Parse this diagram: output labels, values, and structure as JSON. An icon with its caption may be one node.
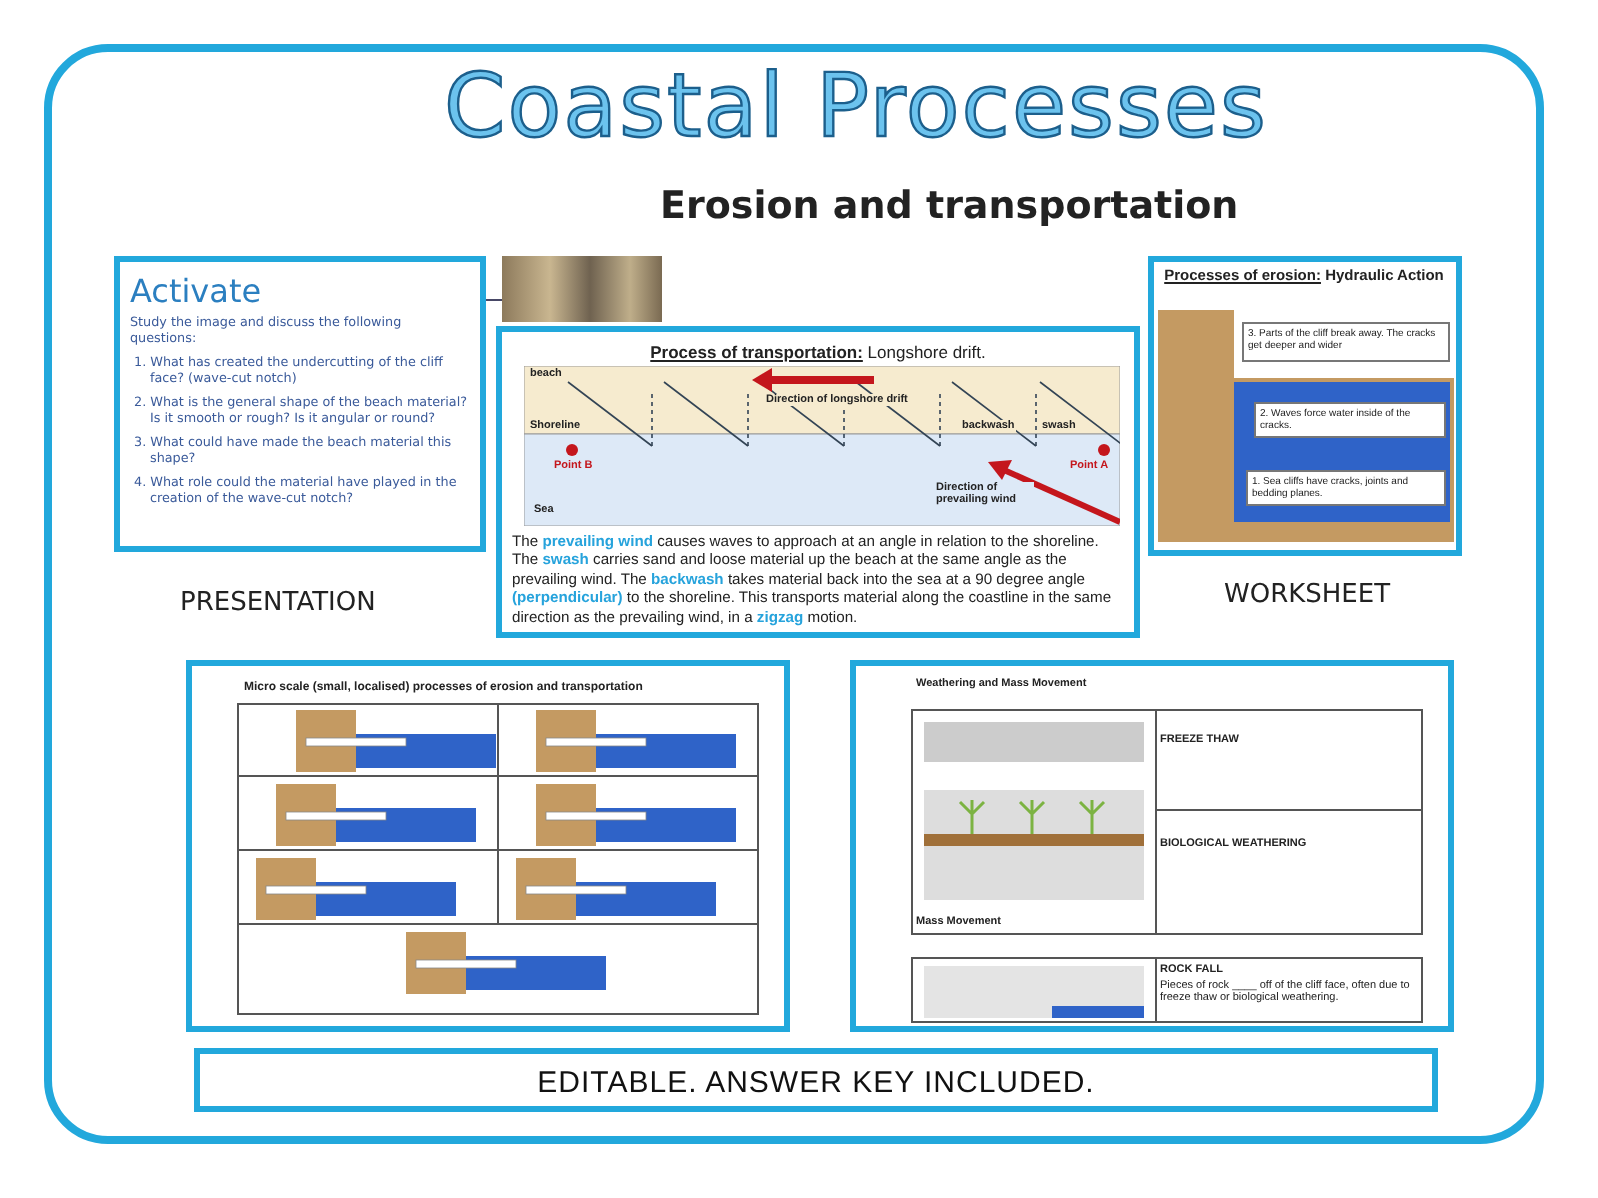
{
  "diagram": {
    "title": "Coastal Processes",
    "nodes": [
      {
        "text": [
          "Activate",
          "Study the image and discuss the following questions:",
          "1. What has created the undercutting of the cliff face? (wave-cut notch)",
          "2. What is the general shape of the beach material? Is it smooth or rough? Is it angular or round?",
          "3. What could have made the beach material this shape?",
          "4. What role could the material have played in the creation of the wave-cut notch?"
        ]
      },
      {
        "text": [],
        "shape": "picture"
      },
      {
        "text": [
          "**Processes of erosion:** Hydraulic Action"
        ]
      },
      {
        "text": [
          "3. Parts of the cliff break away. The cracks get deeper and wider"
        ],
        "in": 2
      },
      {
        "text": [
          "2. Waves force water inside of the cracks."
        ],
        "in": 2
      },
      {
        "text": [
          "1. Sea cliffs have cracks, joints and bedding planes."
        ],
        "in": 2
      },
      {
        "text": [
          "**Process of transportation:** Longshore drift.",
          "The **prevailing wind** causes waves to approach at an angle in relation to the shoreline. The **swash** carries sand and loose material up the beach at the same angle as the prevailing wind. The **backwash** takes material back into the sea at a 90 degree angle **(perpendicular)** to the shoreline. This transports material along the coastline in the same direction as the prevailing wind, in a **zigzag** motion."
        ]
      },
      {
        "text": [
          "Micro scale (small, localised) processes of erosion and transportation"
        ]
      },
      {
        "text": [
          "Weathering and Mass Movement",
          "FREEZE THAW",
          "BIOLOGICAL WEATHERING",
          "Mass Movement",
          "ROCK FALL",
          "Pieces of rock ____ off of the cliff face, often due to freeze thaw or biological weathering."
        ]
      },
      {
        "text": [
          "EDITABLE. ANSWER KEY INCLUDED."
        ]
      }
    ],
    "edges": [
      {
        "from": 0,
        "to": 1,
        "arrow": "none"
      }
    ],
    "labels": [
      "Erosion and transportation",
      "beach",
      "Direction of longshore drift",
      "Shoreline",
      "backwash",
      "swash",
      "Point B",
      "Point A",
      "Sea",
      "Direction of prevailing wind",
      "PRESENTATION",
      "WORKSHEET"
    ]
  }
}
